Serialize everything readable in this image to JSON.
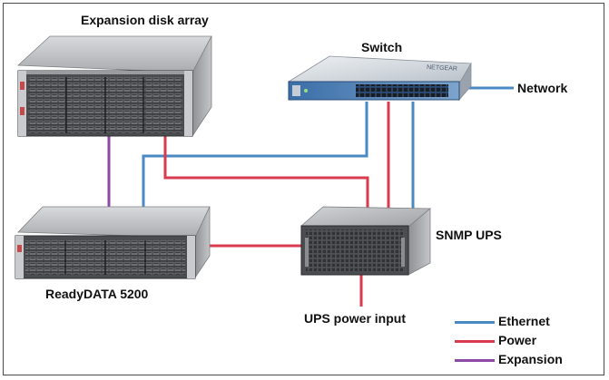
{
  "labels": {
    "expansion_disk_array": "Expansion disk array",
    "switch": "Switch",
    "network": "Network",
    "snmp_ups": "SNMP UPS",
    "readydata": "ReadyDATA 5200",
    "ups_power_input": "UPS power input"
  },
  "legend": [
    {
      "label": "Ethernet",
      "color": "#4a8ac4"
    },
    {
      "label": "Power",
      "color": "#d93a4e"
    },
    {
      "label": "Expansion",
      "color": "#8c4aa6"
    }
  ],
  "colors": {
    "ethernet": "#4a8ac4",
    "power": "#d93a4e",
    "expansion": "#8c4aa6"
  },
  "devices": {
    "switch_brand": "NETGEAR"
  }
}
